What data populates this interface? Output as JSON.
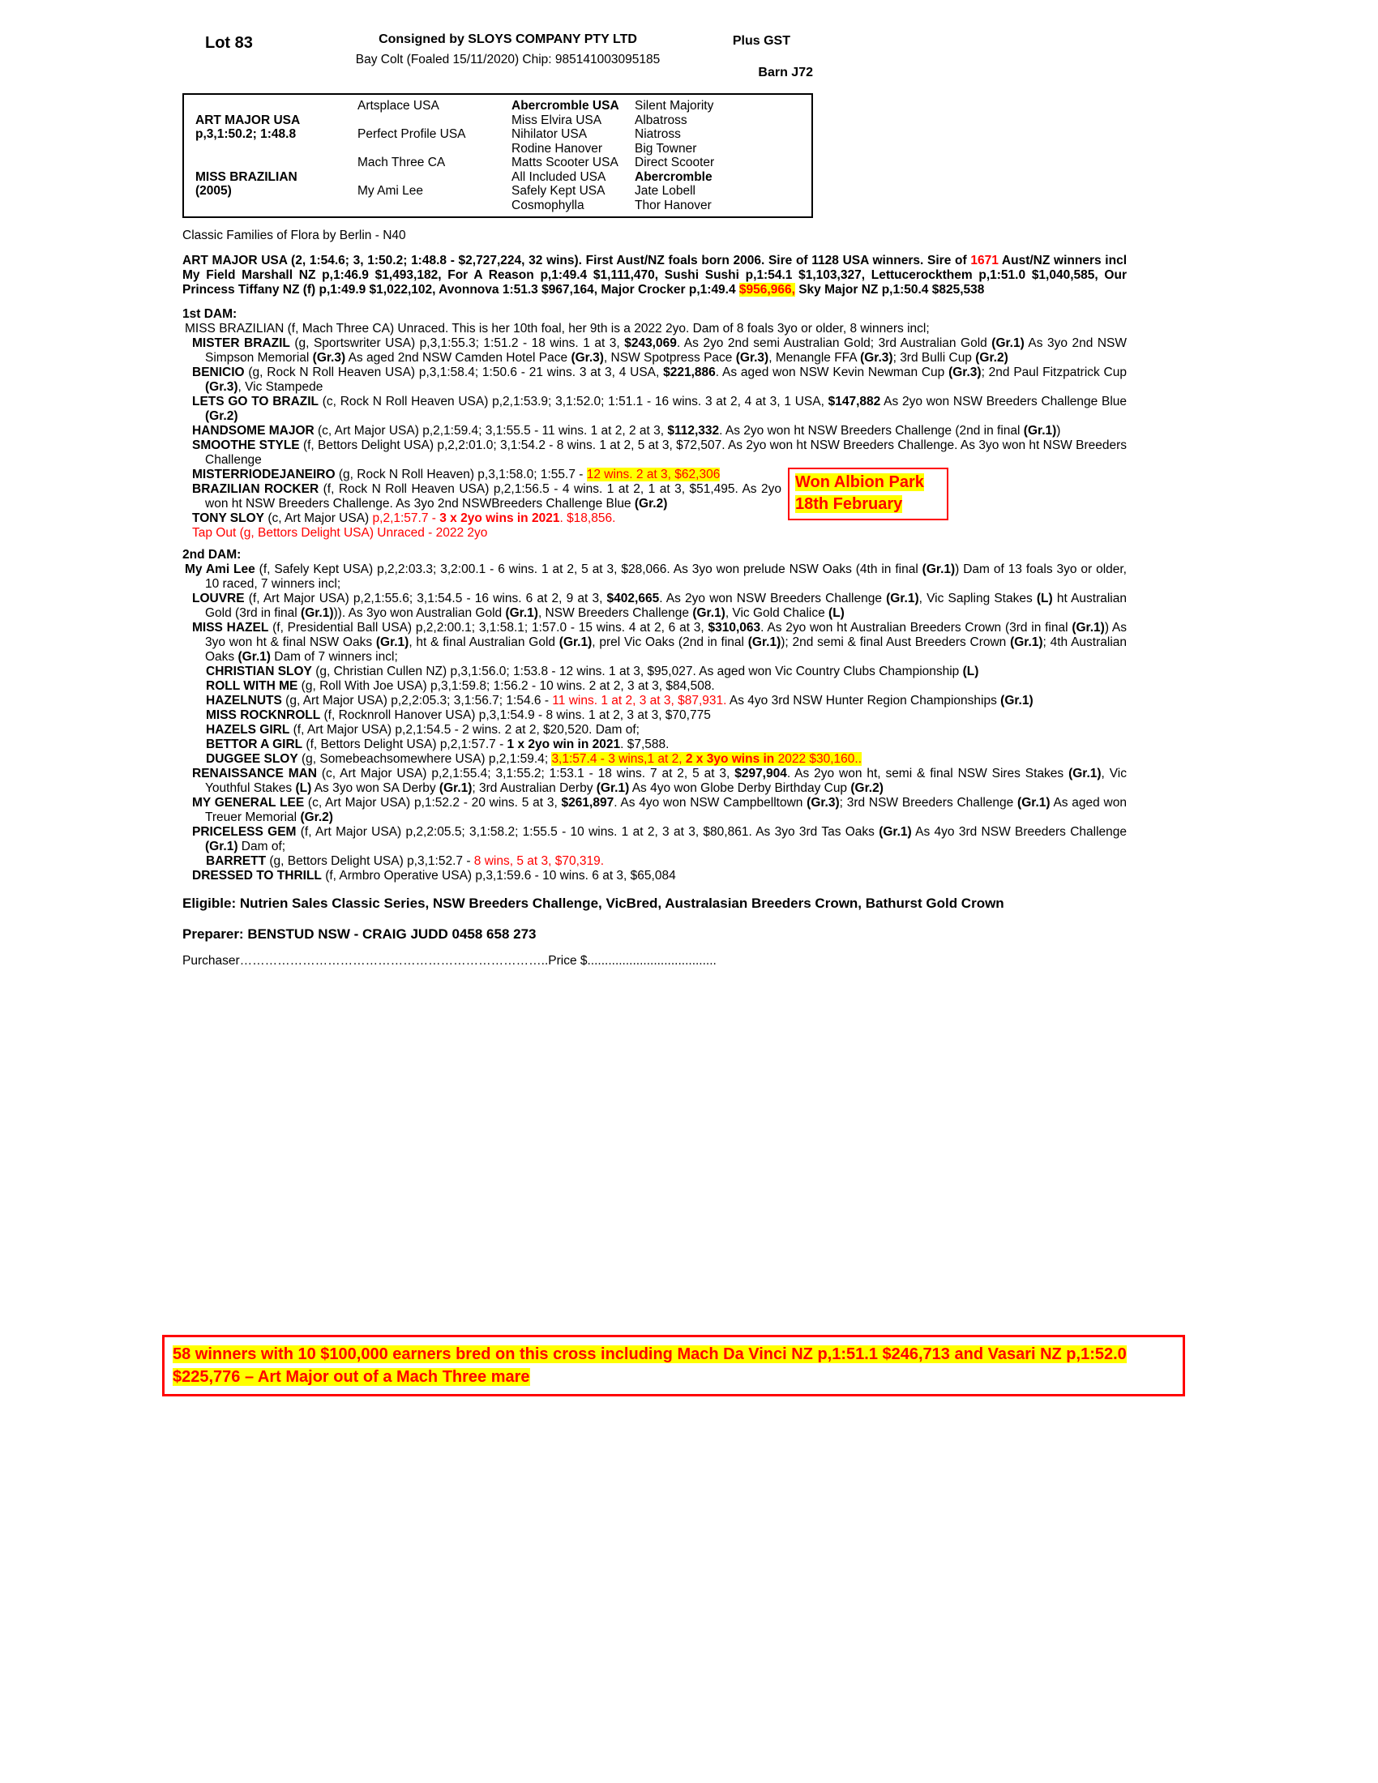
{
  "header": {
    "lot": "Lot 83",
    "consignor": "Consigned by SLOYS COMPANY PTY LTD",
    "gst": "Plus GST",
    "foaling": "Bay Colt (Foaled 15/11/2020) Chip: 985141003095185",
    "barn": "Barn J72"
  },
  "colors": {
    "accent_red": "#ff0000",
    "highlight_yellow": "#ffff00"
  },
  "pedigree_table": {
    "col1": [
      {
        "name": "ART MAJOR USA",
        "detail": "p,3,1:50.2; 1:48.8"
      },
      {
        "name": "MISS BRAZILIAN",
        "detail": "(2005)"
      }
    ],
    "col2": [
      "Artsplace USA",
      "Perfect Profile USA",
      "Mach Three CA",
      "My Ami Lee"
    ],
    "col3": [
      {
        "t": "Abercromble USA",
        "b": true
      },
      {
        "t": "Miss Elvira USA"
      },
      {
        "t": "Nihilator USA"
      },
      {
        "t": "Rodine Hanover"
      },
      {
        "t": "Matts Scooter USA"
      },
      {
        "t": "All Included USA"
      },
      {
        "t": "Safely Kept USA"
      },
      {
        "t": "Cosmophylla"
      }
    ],
    "col4": [
      {
        "t": "Silent Majority"
      },
      {
        "t": "Albatross"
      },
      {
        "t": "Niatross"
      },
      {
        "t": "Big Towner"
      },
      {
        "t": "Direct Scooter"
      },
      {
        "t": "Abercromble",
        "b": true
      },
      {
        "t": "Jate Lobell"
      },
      {
        "t": "Thor Hanover"
      }
    ]
  },
  "classic_families": "Classic Families of Flora by Berlin - N40",
  "body": [
    {
      "c": "sire",
      "s": [
        {
          "t": "ART MAJOR USA (2, 1:54.6; 3, 1:50.2; 1:48.8 - $2,727,224, 32 wins). First Aust/NZ foals born 2006. Sire of 1128 USA winners. Sire of ",
          "b": true
        },
        {
          "t": "1671",
          "b": true,
          "r": true
        },
        {
          "t": " Aust/NZ winners incl My Field Marshall NZ p,1:46.9 $1,493,182, For A Reason p,1:49.4 $1,111,470, Sushi Sushi p,1:54.1 $1,103,327, Lettucerockthem p,1:51.0 $1,040,585, Our Princess Tiffany NZ (f) p,1:49.9 $1,022,102, Avonnova 1:51.3 $967,164, Major Crocker p,1:49.4 ",
          "b": true
        },
        {
          "t": "$956,966,",
          "b": true,
          "r": true,
          "h": true
        },
        {
          "t": " Sky Major NZ p,1:50.4 $825,538",
          "b": true
        }
      ]
    },
    {
      "c": "h",
      "s": [
        {
          "t": "1st DAM:",
          "b": true
        }
      ]
    },
    {
      "c": "dam",
      "s": [
        {
          "t": "MISS BRAZILIAN (f, Mach Three CA) Unraced. This is her 10th foal, her 9th is a 2022 2yo. Dam of 8 foals 3yo or older, 8 winners incl;"
        }
      ]
    },
    {
      "c": "l1",
      "s": [
        {
          "t": "MISTER BRAZIL",
          "b": true
        },
        {
          "t": " (g, Sportswriter USA) p,3,1:55.3; 1:51.2 - 18 wins. 1 at 3, "
        },
        {
          "t": "$243,069",
          "b": true
        },
        {
          "t": ". As 2yo 2nd semi Australian Gold; 3rd Australian Gold "
        },
        {
          "t": "(Gr.1)",
          "b": true
        },
        {
          "t": " As 3yo 2nd NSW Simpson Memorial "
        },
        {
          "t": "(Gr.3)",
          "b": true
        },
        {
          "t": " As aged 2nd NSW Camden Hotel Pace "
        },
        {
          "t": "(Gr.3)",
          "b": true
        },
        {
          "t": ", NSW Spotpress Pace "
        },
        {
          "t": "(Gr.3)",
          "b": true
        },
        {
          "t": ", Menangle FFA "
        },
        {
          "t": "(Gr.3)",
          "b": true
        },
        {
          "t": "; 3rd Bulli Cup "
        },
        {
          "t": "(Gr.2)",
          "b": true
        }
      ]
    },
    {
      "c": "l1",
      "s": [
        {
          "t": "BENICIO",
          "b": true
        },
        {
          "t": " (g, Rock N Roll Heaven USA) p,3,1:58.4; 1:50.6 - 21 wins. 3 at 3, 4 USA, "
        },
        {
          "t": "$221,886",
          "b": true
        },
        {
          "t": ". As aged won NSW Kevin Newman Cup "
        },
        {
          "t": "(Gr.3)",
          "b": true
        },
        {
          "t": "; 2nd Paul Fitzpatrick Cup "
        },
        {
          "t": "(Gr.3)",
          "b": true
        },
        {
          "t": ", Vic Stampede"
        }
      ]
    },
    {
      "c": "l1",
      "s": [
        {
          "t": "LETS GO TO BRAZIL",
          "b": true
        },
        {
          "t": " (c, Rock N Roll Heaven USA) p,2,1:53.9; 3,1:52.0; 1:51.1 - 16 wins. 3 at 2, 4 at 3, 1 USA, "
        },
        {
          "t": "$147,882",
          "b": true
        },
        {
          "t": " As 2yo won NSW Breeders Challenge Blue "
        },
        {
          "t": "(Gr.2)",
          "b": true
        }
      ]
    },
    {
      "c": "l1",
      "s": [
        {
          "t": "HANDSOME MAJOR",
          "b": true
        },
        {
          "t": " (c, Art Major USA) p,2,1:59.4; 3,1:55.5 - 11 wins. 1 at 2, 2 at 3, "
        },
        {
          "t": "$112,332",
          "b": true
        },
        {
          "t": ". As 2yo won ht NSW Breeders Challenge (2nd in final "
        },
        {
          "t": "(Gr.1)",
          "b": true
        },
        {
          "t": ")"
        }
      ]
    },
    {
      "c": "l1",
      "s": [
        {
          "t": "SMOOTHE STYLE",
          "b": true
        },
        {
          "t": " (f, Bettors Delight USA) p,2,2:01.0; 3,1:54.2 - 8 wins. 1 at 2, 5 at 3, $72,507. As 2yo won ht NSW Breeders Challenge. As 3yo won ht NSW Breeders Challenge"
        }
      ]
    },
    {
      "annotation": true,
      "lines": [
        "Won Albion Park",
        "18th February"
      ]
    },
    {
      "c": "l1",
      "s": [
        {
          "t": "MISTERRIODEJANEIRO",
          "b": true
        },
        {
          "t": " (g, Rock N Roll Heaven) p,3,1:58.0; 1:55.7 - "
        },
        {
          "t": "12 wins. 2 at 3, $62,306",
          "r": true,
          "h": true
        }
      ]
    },
    {
      "c": "l1",
      "s": [
        {
          "t": "BRAZILIAN ROCKER",
          "b": true
        },
        {
          "t": " (f, Rock N Roll Heaven USA) p,2,1:56.5 - 4 wins. 1 at 2, 1 at 3, $51,495. As 2yo won ht NSW Breeders Challenge. As 3yo 2nd NSWBreeders Challenge Blue "
        },
        {
          "t": "(Gr.2)",
          "b": true
        }
      ]
    },
    {
      "c": "l1",
      "s": [
        {
          "t": "TONY SLOY",
          "b": true
        },
        {
          "t": " (c, Art Major USA) "
        },
        {
          "t": "p,2,1:57.7 - ",
          "r": true
        },
        {
          "t": "3 x 2yo wins in 2021",
          "b": true,
          "r": true
        },
        {
          "t": ". $18,856.",
          "r": true
        }
      ]
    },
    {
      "c": "l1",
      "s": [
        {
          "t": "Tap Out (g, Bettors Delight USA) Unraced - 2022 2yo",
          "r": true
        }
      ]
    },
    {
      "c": "h",
      "s": [
        {
          "t": "2nd DAM:",
          "b": true
        }
      ]
    },
    {
      "c": "dam",
      "s": [
        {
          "t": "My Ami Lee",
          "b": true
        },
        {
          "t": " (f, Safely Kept USA) p,2,2:03.3; 3,2:00.1 - 6 wins. 1 at 2, 5 at 3, $28,066. As 3yo won prelude NSW Oaks (4th in final "
        },
        {
          "t": "(Gr.1)",
          "b": true
        },
        {
          "t": ") Dam of 13 foals 3yo or older, 10 raced, 7 winners incl;"
        }
      ]
    },
    {
      "c": "l1",
      "s": [
        {
          "t": "LOUVRE",
          "b": true
        },
        {
          "t": " (f, Art Major USA) p,2,1:55.6; 3,1:54.5 - 16 wins. 6 at 2, 9 at 3, "
        },
        {
          "t": "$402,665",
          "b": true
        },
        {
          "t": ". As 2yo won NSW Breeders Challenge "
        },
        {
          "t": "(Gr.1)",
          "b": true
        },
        {
          "t": ", Vic Sapling Stakes "
        },
        {
          "t": "(L)",
          "b": true
        },
        {
          "t": " ht Australian Gold (3rd in final "
        },
        {
          "t": "(Gr.1)",
          "b": true
        },
        {
          "t": ")). As 3yo won Australian Gold "
        },
        {
          "t": "(Gr.1)",
          "b": true
        },
        {
          "t": ", NSW Breeders Challenge "
        },
        {
          "t": "(Gr.1)",
          "b": true
        },
        {
          "t": ", Vic Gold Chalice "
        },
        {
          "t": "(L)",
          "b": true
        }
      ]
    },
    {
      "c": "l1",
      "s": [
        {
          "t": "MISS HAZEL",
          "b": true
        },
        {
          "t": " (f, Presidential Ball USA) p,2,2:00.1; 3,1:58.1; 1:57.0 - 15 wins. 4 at 2, 6 at 3, "
        },
        {
          "t": "$310,063",
          "b": true
        },
        {
          "t": ". As 2yo won ht Australian Breeders Crown (3rd in final "
        },
        {
          "t": "(Gr.1)",
          "b": true
        },
        {
          "t": ") As 3yo won ht & final NSW Oaks "
        },
        {
          "t": "(Gr.1)",
          "b": true
        },
        {
          "t": ", ht & final Australian Gold "
        },
        {
          "t": "(Gr.1)",
          "b": true
        },
        {
          "t": ", prel Vic Oaks (2nd in final "
        },
        {
          "t": "(Gr.1)",
          "b": true
        },
        {
          "t": "); 2nd semi & final Aust Breeders Crown "
        },
        {
          "t": "(Gr.1)",
          "b": true
        },
        {
          "t": "; 4th Australian Oaks "
        },
        {
          "t": "(Gr.1)",
          "b": true
        },
        {
          "t": " Dam of 7 winners incl;"
        }
      ]
    },
    {
      "c": "l2",
      "s": [
        {
          "t": "CHRISTIAN SLOY",
          "b": true
        },
        {
          "t": " (g, Christian Cullen NZ) p,3,1:56.0; 1:53.8 - 12 wins. 1 at 3, $95,027. As aged won Vic Country Clubs Championship "
        },
        {
          "t": "(L)",
          "b": true
        }
      ]
    },
    {
      "c": "l2",
      "s": [
        {
          "t": "ROLL WITH ME",
          "b": true
        },
        {
          "t": " (g, Roll With Joe USA) p,3,1:59.8; 1:56.2 - 10 wins. 2 at 2, 3 at 3, $84,508."
        }
      ]
    },
    {
      "c": "l2",
      "s": [
        {
          "t": "HAZELNUTS",
          "b": true
        },
        {
          "t": " (g, Art Major USA) p,2,2:05.3; 3,1:56.7; 1:54.6 - "
        },
        {
          "t": "11 wins. 1 at 2, 3 at 3, $87,931.",
          "r": true
        },
        {
          "t": " As 4yo 3rd NSW Hunter Region Championships "
        },
        {
          "t": "(Gr.1)",
          "b": true
        }
      ]
    },
    {
      "c": "l2",
      "s": [
        {
          "t": "MISS ROCKNROLL",
          "b": true
        },
        {
          "t": " (f, Rocknroll Hanover USA) p,3,1:54.9 - 8 wins. 1 at 2, 3 at 3, $70,775"
        }
      ]
    },
    {
      "c": "l2",
      "s": [
        {
          "t": "HAZELS GIRL",
          "b": true
        },
        {
          "t": " (f, Art Major USA) p,2,1:54.5 - 2 wins. 2 at 2, $20,520. Dam of;"
        }
      ]
    },
    {
      "c": "l2",
      "s": [
        {
          "t": "BETTOR A GIRL",
          "b": true
        },
        {
          "t": " (f, Bettors Delight USA) p,2,1:57.7 - "
        },
        {
          "t": "1 x 2yo win in 2021",
          "b": true
        },
        {
          "t": ". $7,588."
        }
      ]
    },
    {
      "c": "l2",
      "s": [
        {
          "t": "DUGGEE SLOY",
          "b": true
        },
        {
          "t": " (g, Somebeachsomewhere USA) p,2,1:59.4; "
        },
        {
          "t": "3,1:57.4 - 3 wins,1 at 2, ",
          "r": true,
          "h": true
        },
        {
          "t": "2 x 3yo wins in ",
          "b": true,
          "r": true,
          "h": true
        },
        {
          "t": "2022 $30,160..",
          "r": true,
          "h": true
        }
      ]
    },
    {
      "c": "l1",
      "s": [
        {
          "t": "RENAISSANCE MAN",
          "b": true
        },
        {
          "t": " (c, Art Major USA) p,2,1:55.4; 3,1:55.2; 1:53.1 - 18 wins. 7 at 2, 5 at 3, "
        },
        {
          "t": "$297,904",
          "b": true
        },
        {
          "t": ". As 2yo won ht, semi & final NSW Sires Stakes "
        },
        {
          "t": "(Gr.1)",
          "b": true
        },
        {
          "t": ", Vic Youthful Stakes "
        },
        {
          "t": "(L)",
          "b": true
        },
        {
          "t": " As 3yo won SA Derby "
        },
        {
          "t": "(Gr.1)",
          "b": true
        },
        {
          "t": "; 3rd Australian Derby "
        },
        {
          "t": "(Gr.1)",
          "b": true
        },
        {
          "t": " As 4yo won Globe Derby Birthday Cup "
        },
        {
          "t": "(Gr.2)",
          "b": true
        }
      ]
    },
    {
      "c": "l1",
      "s": [
        {
          "t": "MY GENERAL LEE",
          "b": true
        },
        {
          "t": " (c, Art Major USA) p,1:52.2 - 20 wins. 5 at 3, "
        },
        {
          "t": "$261,897",
          "b": true
        },
        {
          "t": ". As 4yo won NSW Campbelltown "
        },
        {
          "t": "(Gr.3)",
          "b": true
        },
        {
          "t": "; 3rd NSW Breeders Challenge "
        },
        {
          "t": "(Gr.1)",
          "b": true
        },
        {
          "t": " As aged won Treuer Memorial "
        },
        {
          "t": "(Gr.2)",
          "b": true
        }
      ]
    },
    {
      "c": "l1",
      "s": [
        {
          "t": "PRICELESS GEM",
          "b": true
        },
        {
          "t": " (f, Art Major USA) p,2,2:05.5; 3,1:58.2; 1:55.5 - 10 wins. 1 at 2, 3 at 3, $80,861. As 3yo 3rd Tas Oaks "
        },
        {
          "t": "(Gr.1)",
          "b": true
        },
        {
          "t": " As 4yo 3rd NSW Breeders Challenge "
        },
        {
          "t": "(Gr.1)",
          "b": true
        },
        {
          "t": " Dam of;"
        }
      ]
    },
    {
      "c": "l2",
      "s": [
        {
          "t": "BARRETT",
          "b": true
        },
        {
          "t": " (g, Bettors Delight USA) p,3,1:52.7 - "
        },
        {
          "t": "8 wins, 5 at 3, $70,319.",
          "r": true
        }
      ]
    },
    {
      "c": "l1",
      "s": [
        {
          "t": "DRESSED TO THRILL",
          "b": true
        },
        {
          "t": " (f, Armbro Operative USA) p,3,1:59.6 - 10 wins. 6 at 3, $65,084"
        }
      ]
    }
  ],
  "eligible": "Eligible: Nutrien Sales Classic Series, NSW Breeders Challenge, VicBred, Australasian Breeders Crown, Bathurst Gold Crown",
  "preparer": "Preparer: BENSTUD NSW - CRAIG JUDD 0458 658 273",
  "purchaser_line": "Purchaser………………………………………………………………..Price $.....................................",
  "footer_box": {
    "segments": [
      {
        "t": "58 winners with 10 $100,000 earners bred on this cross including Mach Da Vinci NZ p,1:51.1 $246,713 and Vasari NZ p,1:52.0 $225,776 – Art Major out of a Mach Three mare",
        "b": true,
        "r": true,
        "h": true
      }
    ]
  }
}
